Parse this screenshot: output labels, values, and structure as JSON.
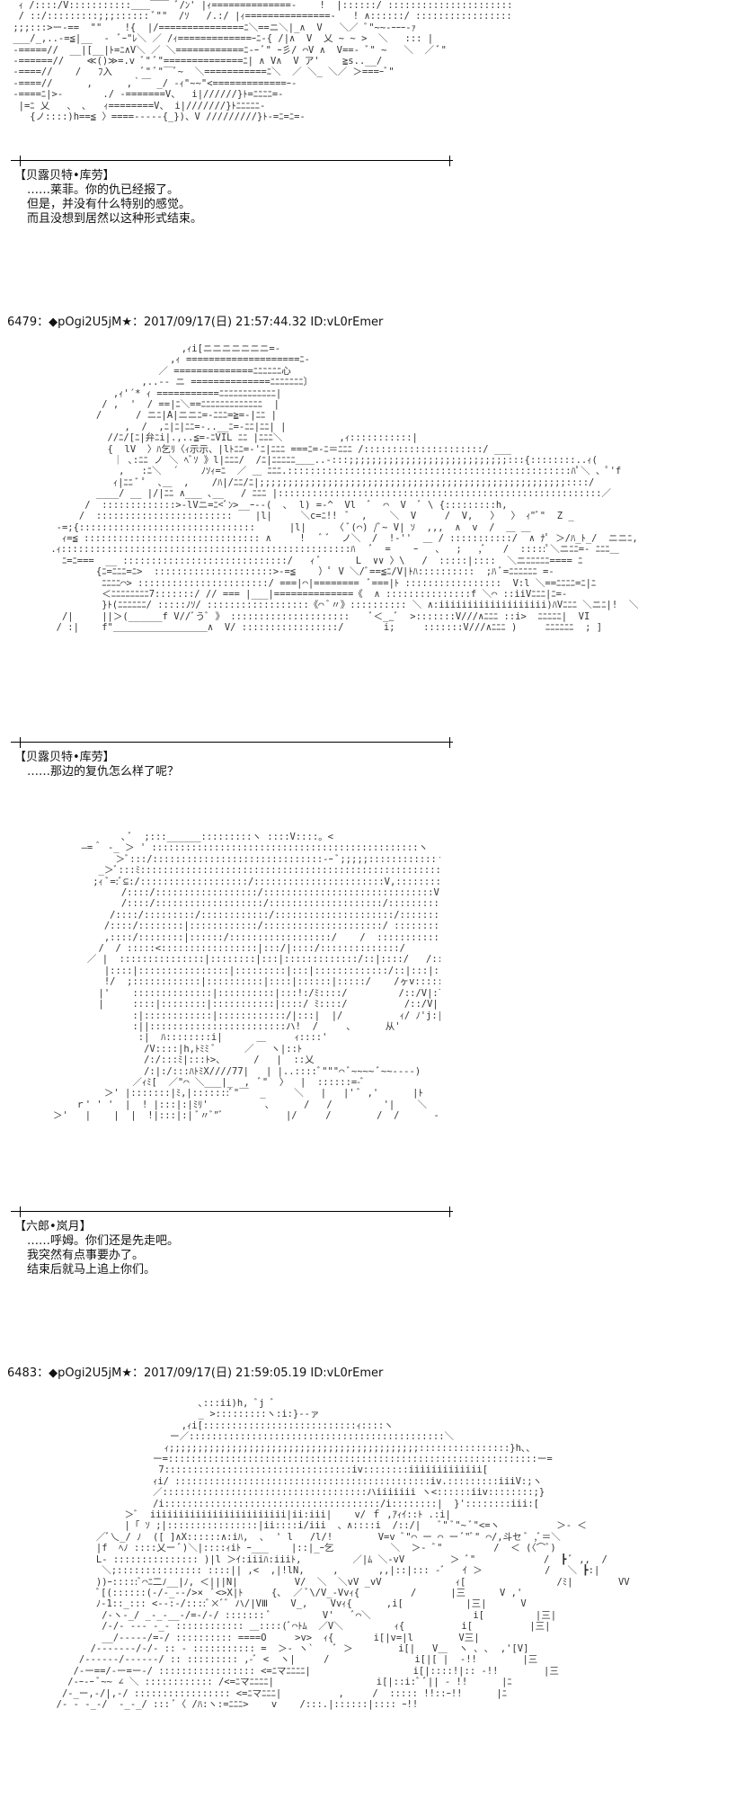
{
  "blocks": [
    {
      "speaker": "【贝露贝特•库劳】",
      "lines": [
        "……莱菲。你的仇已经报了。",
        "但是，并没有什么特别的感觉。",
        "而且没想到居然以这种形式结束。"
      ]
    },
    {
      "header": "6479：◆pOgi2U5jM★：2017/09/17(日) 21:57:44.32 ID:vL0rEmer",
      "speaker": "【贝露贝特•库劳】",
      "lines": [
        "……那边的复仇怎么样了呢？"
      ]
    },
    {
      "speaker": "【六郎•岚月】",
      "lines": [
        "……呼姆。你们还是先走吧。",
        "我突然有点事要办了。",
        "结束后就马上追上你们。"
      ]
    },
    {
      "header": "6483：◆pOgi2U5jM★：2017/09/17(日) 21:59:05.19 ID:vL0rEmer"
    }
  ]
}
